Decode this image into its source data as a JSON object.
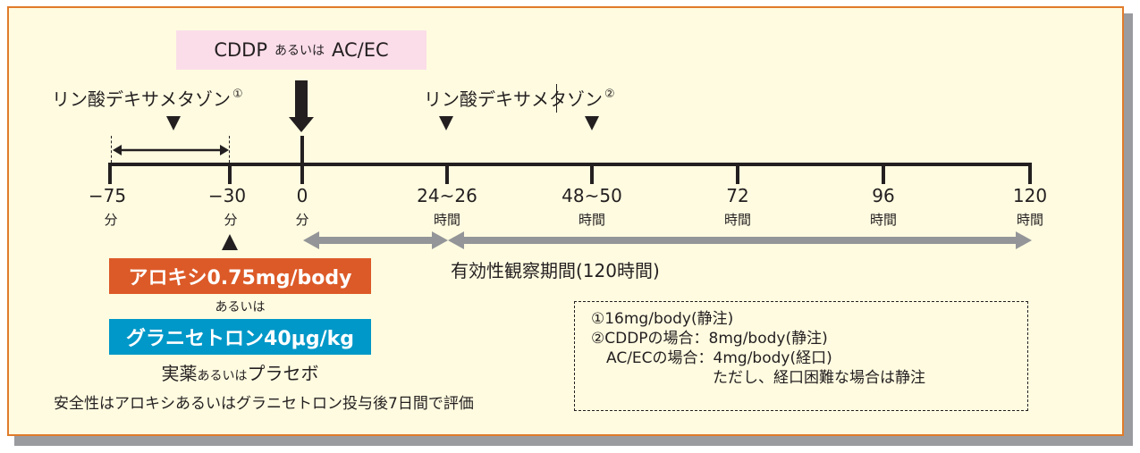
{
  "diagram": {
    "chemo_box": {
      "main_left": "CDDP",
      "connector": "あるいは",
      "main_right": "AC/EC",
      "bg_color": "#fbdde9"
    },
    "dexamethasone_1": {
      "label": "リン酸デキサメタゾン",
      "marker": "①"
    },
    "dexamethasone_2": {
      "label": "リン酸デキサメタゾン",
      "marker": "②"
    },
    "timeline": {
      "ticks": [
        {
          "value": "−75",
          "unit": "分"
        },
        {
          "value": "−30",
          "unit": "分"
        },
        {
          "value": "0",
          "unit": "分"
        },
        {
          "value": "24~26",
          "unit": "時間"
        },
        {
          "value": "48~50",
          "unit": "時間"
        },
        {
          "value": "72",
          "unit": "時間"
        },
        {
          "value": "96",
          "unit": "時間"
        },
        {
          "value": "120",
          "unit": "時間"
        }
      ]
    },
    "observation_period": {
      "label": "有効性観察期間(120時間)",
      "arrow_color": "#939598"
    },
    "antiemetic": {
      "option_a": {
        "label": "アロキシ0.75mg/body",
        "color": "#dc5a28"
      },
      "connector": "あるいは",
      "option_b": {
        "label": "グラニセトロン40μg/kg",
        "color": "#0098c8"
      },
      "arm_main": "実薬",
      "arm_connector": "あるいは",
      "arm_end": "プラセボ",
      "safety_note": "安全性はアロキシあるいはグラニセトロン投与後7日間で評価"
    },
    "notes": [
      "①16mg/body(静注)",
      "②CDDPの場合：8mg/body(静注)",
      "　AC/ECの場合：4mg/body(経口)",
      "　　　　　　　　ただし、経口困難な場合は静注"
    ],
    "colors": {
      "panel_bg": "#fffbe0",
      "panel_border": "#e07b2a",
      "shadow": "#9a9b9f"
    }
  }
}
